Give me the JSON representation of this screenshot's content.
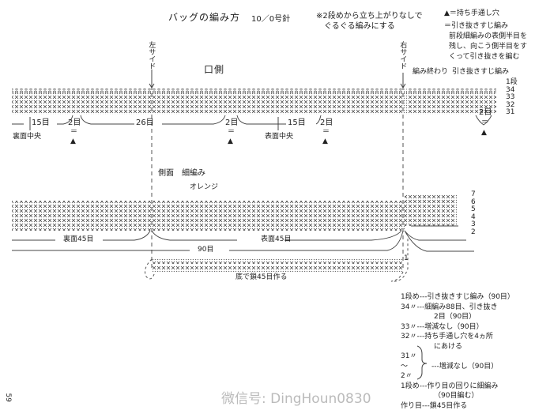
{
  "header": {
    "title": "バッグの編み方",
    "needle": "10／0号針",
    "note_line1": "※2段めから立ち上がりなしで",
    "note_line2": "ぐるぐる編みにする"
  },
  "legend": {
    "triangle": "▲＝持ち手通し穴",
    "slip_line1": "＝引き抜きすじ編み",
    "slip_line2": "前段細編みの表側半目を",
    "slip_line3": "残し、向こう側半目をす",
    "slip_line4": "くって引き抜きを編む"
  },
  "labels": {
    "left_side": "左サイド",
    "right_side": "右サイド",
    "mouth_side": "口側",
    "end_of_knitting": "編み終わり",
    "slip_stitch": "引き抜きすじ編み",
    "side_face": "側面　細編み",
    "color": "オレンジ",
    "back_center": "裏面中央",
    "front_center": "表面中央",
    "st15": "15目",
    "st26": "26目",
    "st2": "2目",
    "equals": "＝",
    "tri": "▲",
    "back45": "裏面45目",
    "front45": "表面45目",
    "st90": "90目",
    "chain": "底で鎖45目作る",
    "row1_mark": "1"
  },
  "top_rows": [
    "1段",
    "34",
    "33",
    "32",
    "31"
  ],
  "bottom_rows": [
    "7",
    "6",
    "5",
    "4",
    "3",
    "2"
  ],
  "instructions": [
    {
      "row": "1段め",
      "text": "引き抜きすじ編み（90目）"
    },
    {
      "row": "34〃",
      "text": "細編み88目、引き抜き"
    },
    {
      "row": "",
      "text": "2目（90目）"
    },
    {
      "row": "33〃",
      "text": "増減なし（90目）"
    },
    {
      "row": "32〃",
      "text": "持ち手通し穴を4ヵ所"
    },
    {
      "row": "",
      "text": "にあける"
    },
    {
      "row": "31〃",
      "text": ""
    },
    {
      "row": "〜",
      "text": "増減なし（90目）"
    },
    {
      "row": "2〃",
      "text": ""
    },
    {
      "row": "1段め",
      "text": "作り目の回りに細編み"
    },
    {
      "row": "",
      "text": "（90目編む）"
    },
    {
      "row": "作り目",
      "text": "鎖45目作る"
    }
  ],
  "page_number": "59",
  "watermark": "微信号: DingHoun0830"
}
